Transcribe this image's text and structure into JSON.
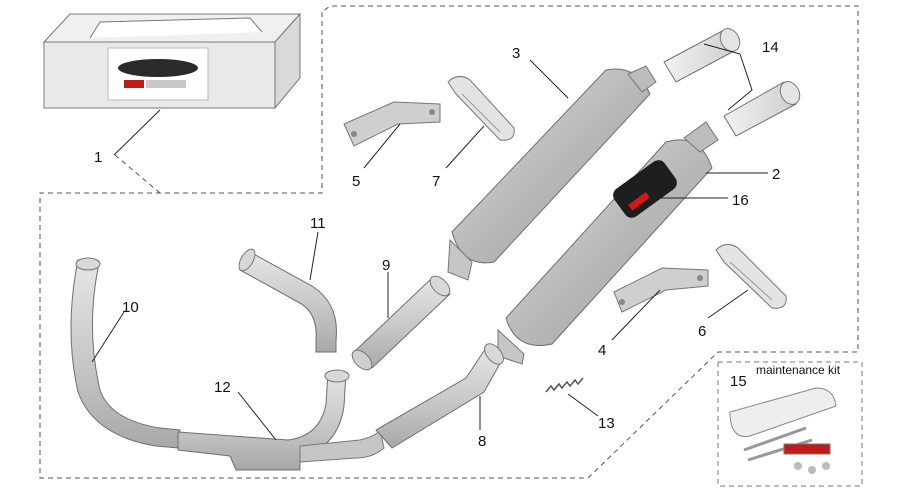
{
  "callouts": {
    "c1": "1",
    "c2": "2",
    "c3": "3",
    "c4": "4",
    "c5": "5",
    "c6": "6",
    "c7": "7",
    "c8": "8",
    "c9": "9",
    "c10": "10",
    "c11": "11",
    "c12": "12",
    "c13": "13",
    "c14": "14",
    "c15": "15",
    "c16": "16"
  },
  "maintenance_kit": {
    "title": "maintenance kit"
  },
  "colors": {
    "metal": "#bdbdbd",
    "metal_light": "#dedede",
    "metal_dark": "#8c8c8c",
    "label_red": "#d01a1a",
    "dash": "#555555"
  }
}
